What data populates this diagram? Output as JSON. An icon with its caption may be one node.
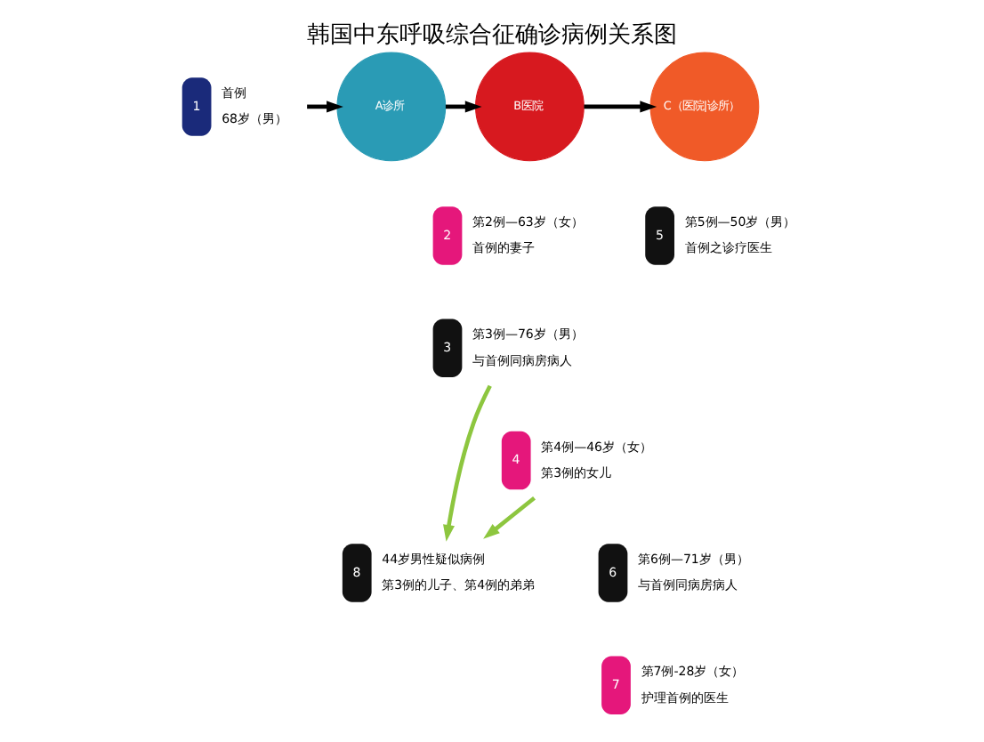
{
  "diagram": {
    "title": "韩国中东呼吸综合征确诊病例关系图",
    "nodes": [
      {
        "text": [
          "1"
        ],
        "beside": [
          "首例",
          "68岁（男）"
        ]
      },
      {
        "text": [
          "A诊所"
        ]
      },
      {
        "text": [
          "B医院"
        ]
      },
      {
        "text": [
          "C（医院|诊所）"
        ]
      },
      {
        "text": [
          "2"
        ],
        "beside": [
          "第2例—63岁（女）",
          "首例的妻子"
        ]
      },
      {
        "text": [
          "5"
        ],
        "beside": [
          "第5例—50岁（男）",
          "首例之诊疗医生"
        ]
      },
      {
        "text": [
          "3"
        ],
        "beside": [
          "第3例—76岁（男）",
          "与首例同病房病人"
        ]
      },
      {
        "text": [
          "4"
        ],
        "beside": [
          "第4例—46岁（女）",
          "第3例的女儿"
        ]
      },
      {
        "text": [
          "8"
        ],
        "beside": [
          "44岁男性疑似病例",
          "第3例的儿子、第4例的弟弟"
        ]
      },
      {
        "text": [
          "6"
        ],
        "beside": [
          "第6例—71岁（男）",
          "与首例同病房病人"
        ]
      },
      {
        "text": [
          "7"
        ],
        "beside": [
          "第7例-28岁（女）",
          "护理首例的医生"
        ]
      }
    ],
    "edges": [
      {
        "from": 0,
        "to": 1,
        "arrow": "to"
      },
      {
        "from": 1,
        "to": 2,
        "arrow": "to"
      },
      {
        "from": 2,
        "to": 3,
        "arrow": "to"
      },
      {
        "from": 6,
        "to": 8,
        "arrow": "to",
        "color": "#8dc63f"
      },
      {
        "from": 7,
        "to": 8,
        "arrow": "to",
        "color": "#8dc63f"
      }
    ]
  }
}
